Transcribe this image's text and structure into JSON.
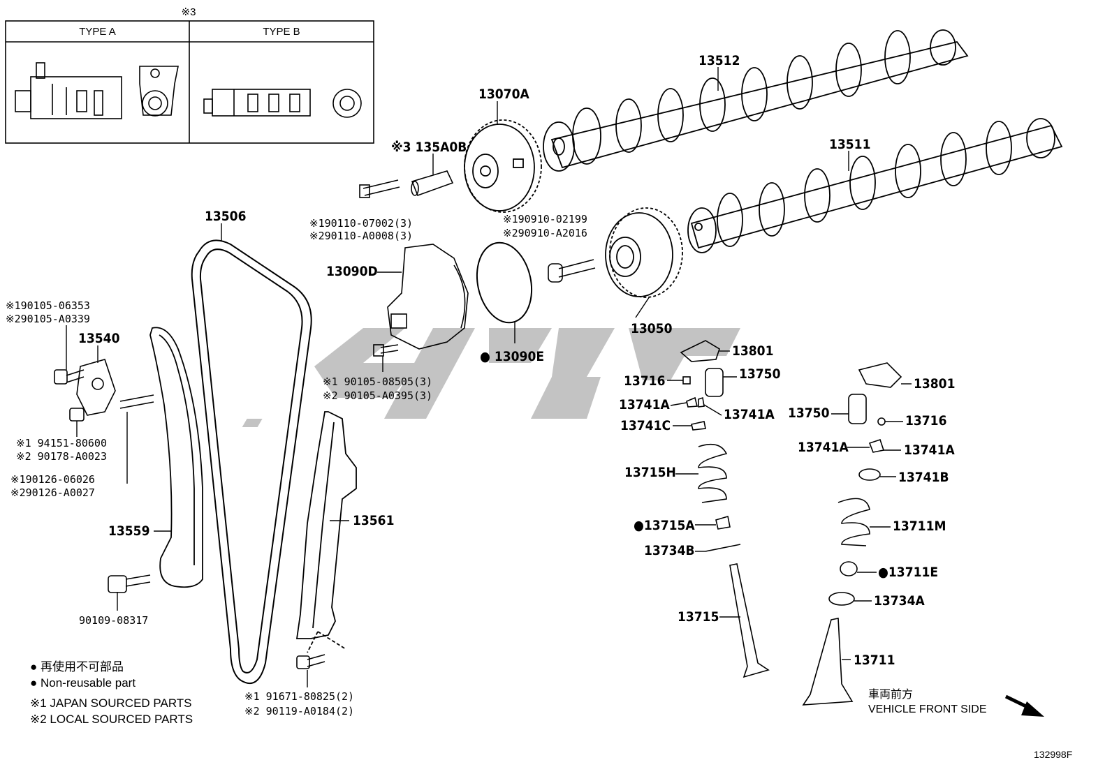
{
  "inset": {
    "note_mark": "※3",
    "type_a": "TYPE A",
    "type_b": "TYPE B"
  },
  "labels": {
    "l13512": "13512",
    "l13511": "13511",
    "l13070a": "13070A",
    "l135a0b": "※3 135A0B",
    "l13506": "13506",
    "l13090d": "13090D",
    "l13050": "13050",
    "l13090e": "● 13090E",
    "l13540": "13540",
    "l13559": "13559",
    "l13561": "13561",
    "l13801a": "13801",
    "l13750a": "13750",
    "l13716a": "13716",
    "l13741a1": "13741A",
    "l13741a2": "13741A",
    "l13741c": "13741C",
    "l13715h": "13715H",
    "l13715a": "●13715A",
    "l13734b": "13734B",
    "l13715": "13715",
    "l13801b": "13801",
    "l13750b": "13750",
    "l13716b": "13716",
    "l13741a3": "13741A",
    "l13741a4": "13741A",
    "l13741b": "13741B",
    "l13711m": "13711M",
    "l13711e": "●13711E",
    "l13734a": "13734A",
    "l13711": "13711"
  },
  "part_numbers": {
    "pn_bolt_vvt_1": "※190110-07002(3)",
    "pn_bolt_vvt_2": "※290110-A0008(3)",
    "pn_cam_bolt_1": "※190910-02199",
    "pn_cam_bolt_2": "※290910-A2016",
    "pn_tens_bolt_1": "※190105-06353",
    "pn_tens_bolt_2": "※290105-A0339",
    "pn_cover_bolt_1": "※1 90105-08505(3)",
    "pn_cover_bolt_2": "※2 90105-A0395(3)",
    "pn_nut_1": "※1 94151-80600",
    "pn_nut_2": "※2 90178-A0023",
    "pn_stud_1": "※190126-06026",
    "pn_stud_2": "※290126-A0027",
    "pn_pivot": "90109-08317",
    "pn_guide_bolt_1": "※1 91671-80825(2)",
    "pn_guide_bolt_2": "※2 90119-A0184(2)"
  },
  "legend": {
    "jp": "● 再使用不可部品",
    "nonreusable": "● Non-reusable part",
    "japan": "※1 JAPAN SOURCED PARTS",
    "local": "※2 LOCAL SOURCED PARTS"
  },
  "direction": {
    "jp": "車両前方",
    "en": "VEHICLE FRONT SIDE"
  },
  "figure_id": "132998F",
  "colors": {
    "line": "#000000",
    "watermark": "#b8b8b8"
  }
}
